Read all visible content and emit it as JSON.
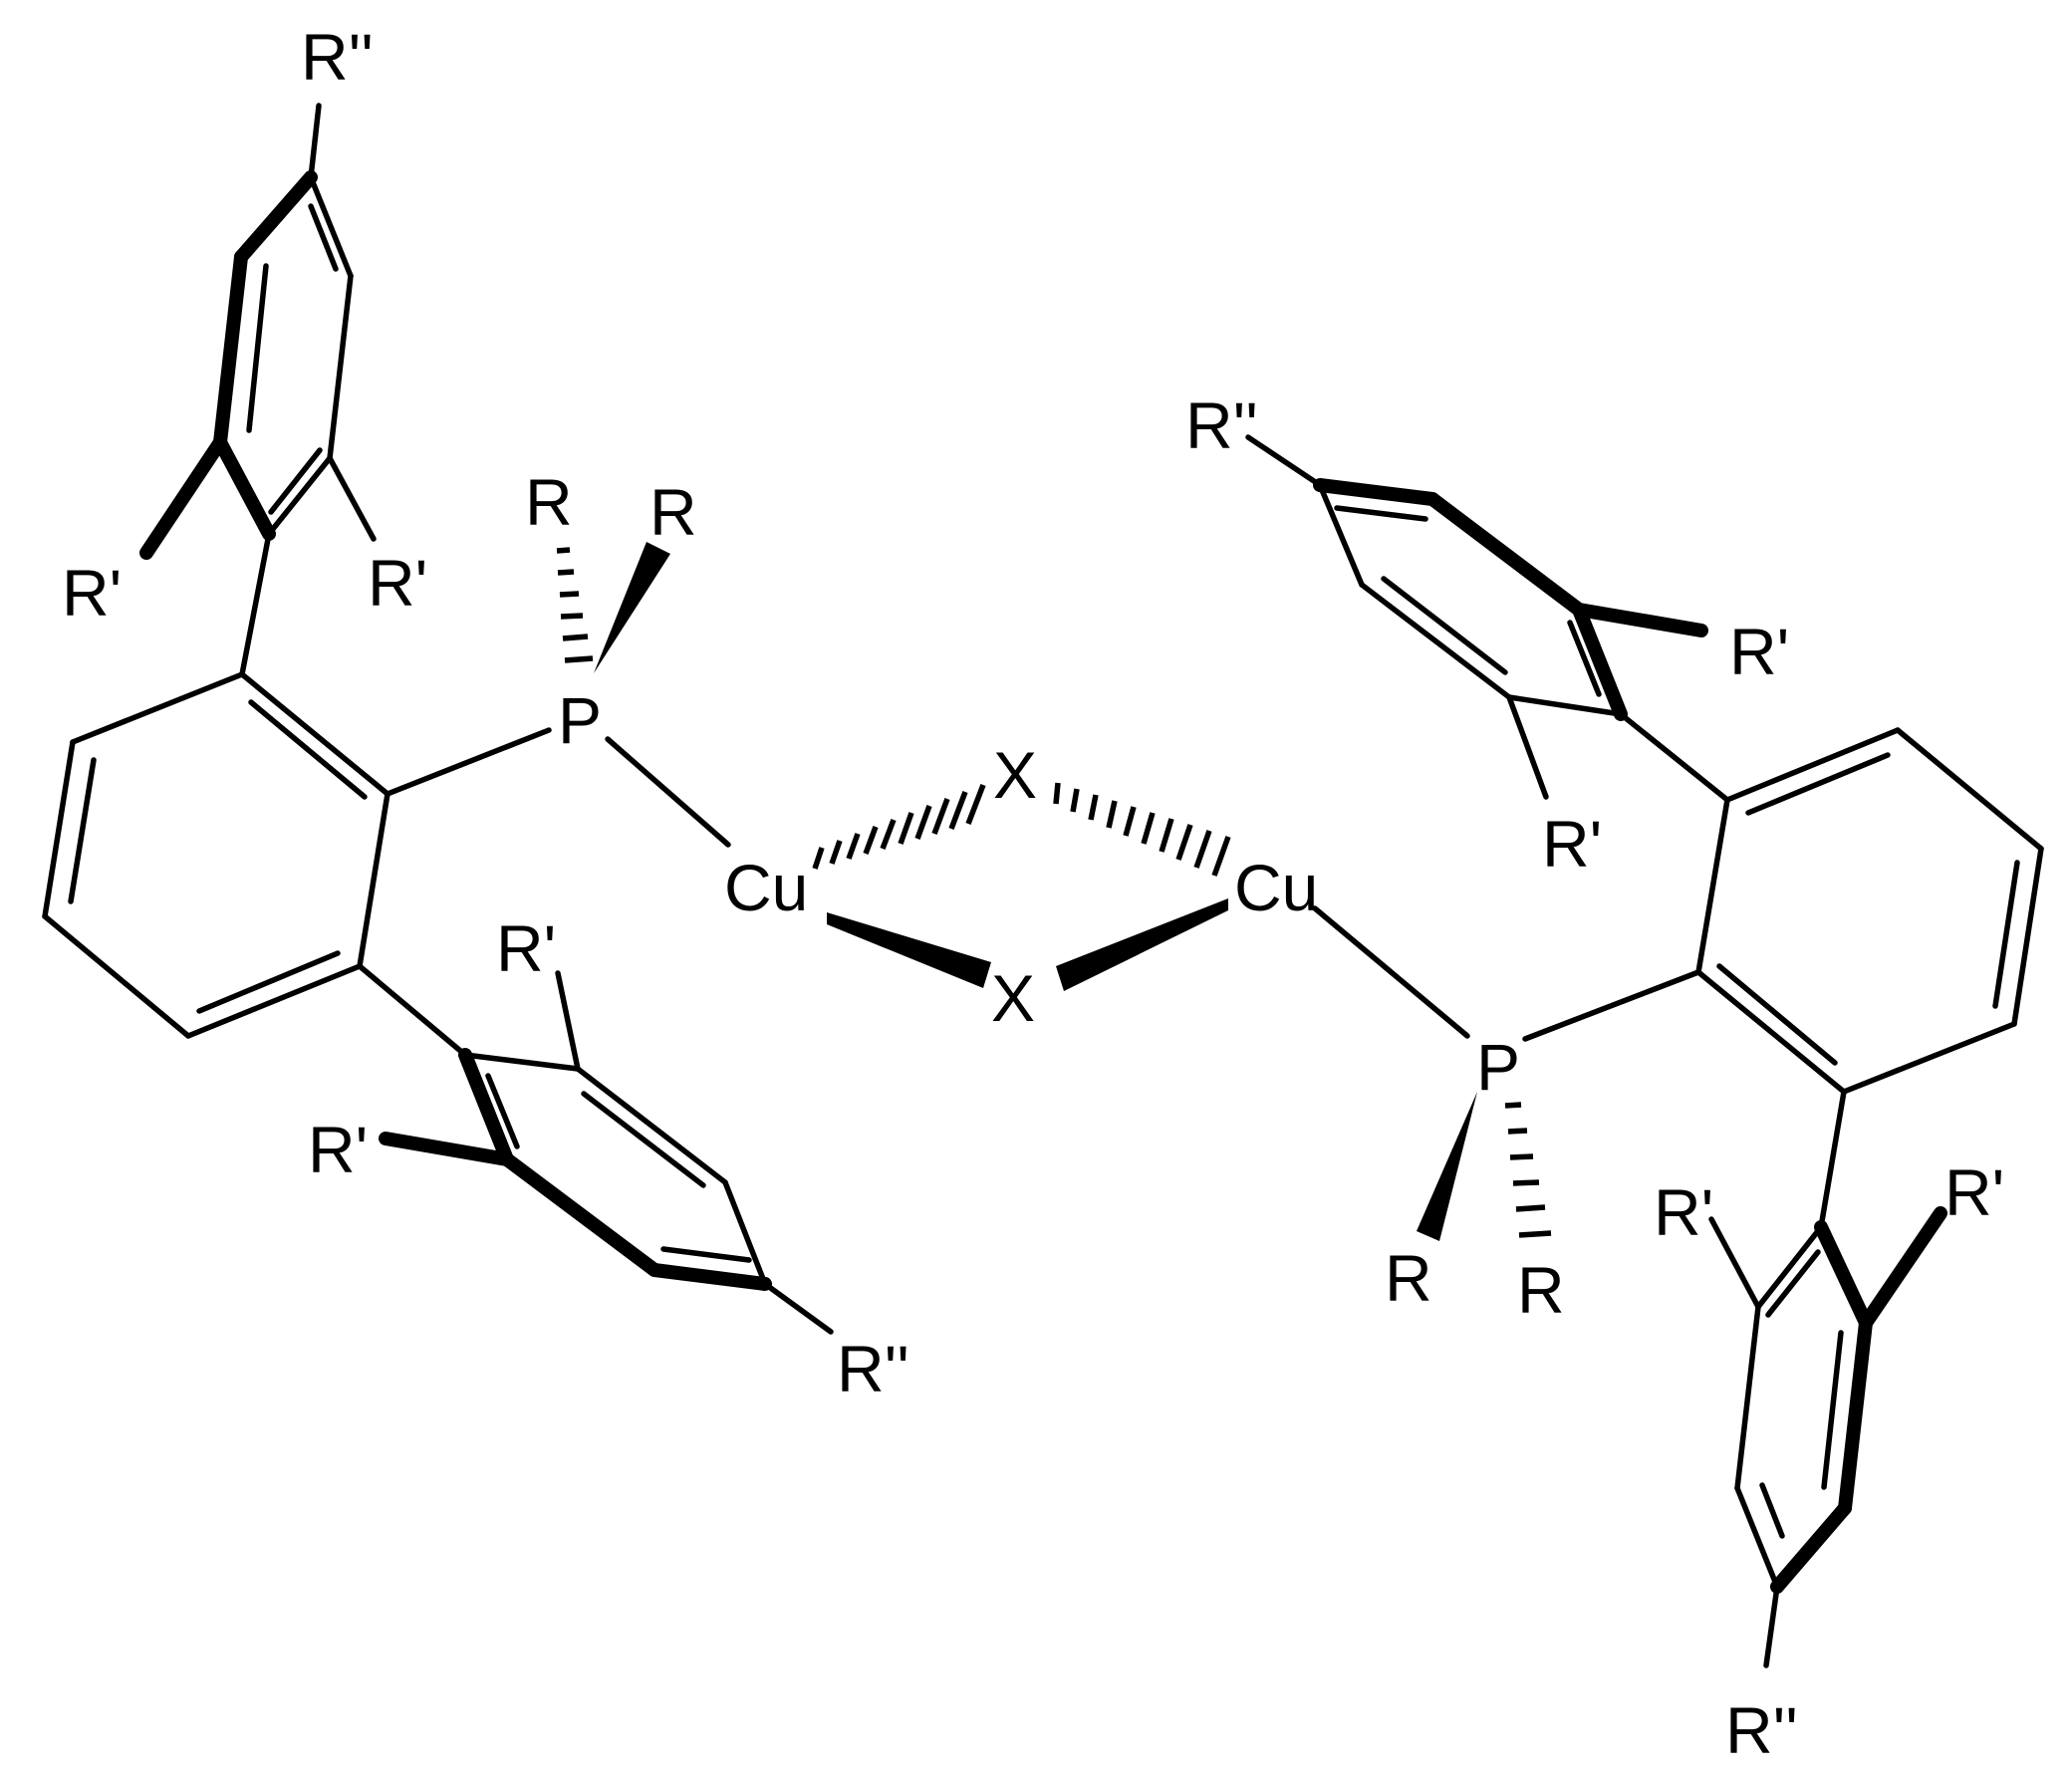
{
  "labels": {
    "metal": "Cu",
    "bridge": "X",
    "phosphorus": "P",
    "r": "R",
    "r_prime": "R'",
    "r_double_prime": "R''"
  },
  "colors": {
    "ink": "#000000",
    "background": "#ffffff"
  }
}
